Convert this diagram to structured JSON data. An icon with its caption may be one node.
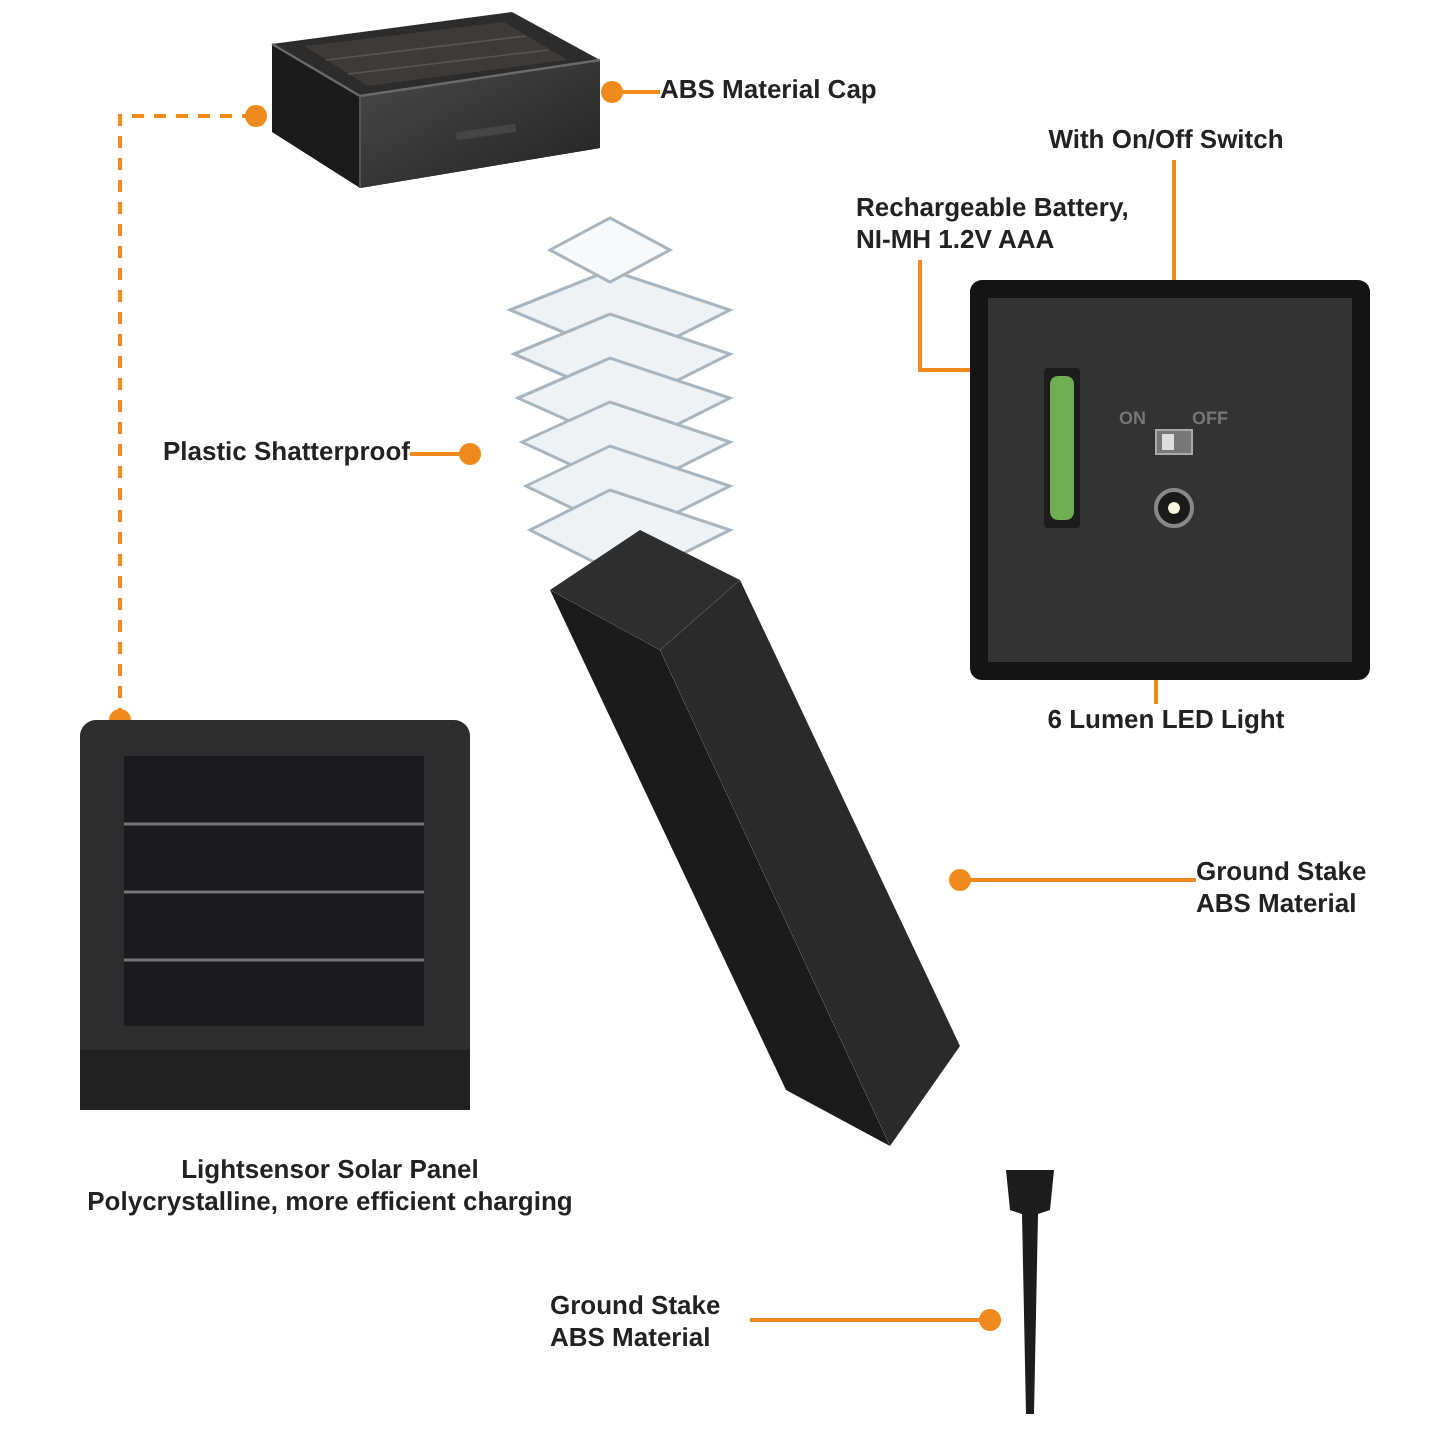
{
  "diagram": {
    "nodes": [
      {
        "text": [
          "ABS Material Cap"
        ]
      },
      {
        "text": [],
        "shape": "picture"
      },
      {
        "text": [
          "With On/Off Switch"
        ]
      },
      {
        "text": [
          "Rechargeable Battery, NI-MH 1.2V AAA"
        ]
      },
      {
        "text": [],
        "shape": "picture"
      },
      {
        "text": [],
        "shape": "picture",
        "in": 4
      },
      {
        "text": [],
        "shape": "picture",
        "in": 4
      },
      {
        "text": [],
        "shape": "picture",
        "in": 4
      },
      {
        "text": [
          "6 Lumen LED Light"
        ]
      },
      {
        "text": [
          "Plastic Shatterproof"
        ]
      },
      {
        "text": [],
        "shape": "picture"
      },
      {
        "text": [],
        "shape": "picture"
      },
      {
        "text": [
          "Ground Stake ABS Material"
        ]
      },
      {
        "text": [],
        "shape": "picture"
      },
      {
        "text": [
          "Ground Stake ABS Material"
        ]
      },
      {
        "text": [],
        "shape": "picture"
      }
    ],
    "edges": [
      {
        "from": 0,
        "to": 1,
        "arrow": "other"
      },
      {
        "from": 2,
        "to": 6,
        "arrow": "other"
      },
      {
        "from": 3,
        "to": 5,
        "arrow": "other"
      },
      {
        "from": 8,
        "to": 7,
        "arrow": "other"
      },
      {
        "from": 9,
        "to": 10,
        "arrow": "other"
      },
      {
        "from": 12,
        "to": 13,
        "arrow": "other"
      },
      {
        "from": 14,
        "to": 15,
        "arrow": "other"
      },
      {
        "from": 11,
        "to": 1,
        "arrow": "other",
        "style": "dashed"
      }
    ],
    "labels": [
      "ON",
      "OFF",
      "Lightsensor Solar Panel",
      "Polycrystalline, more efficient charging"
    ]
  }
}
